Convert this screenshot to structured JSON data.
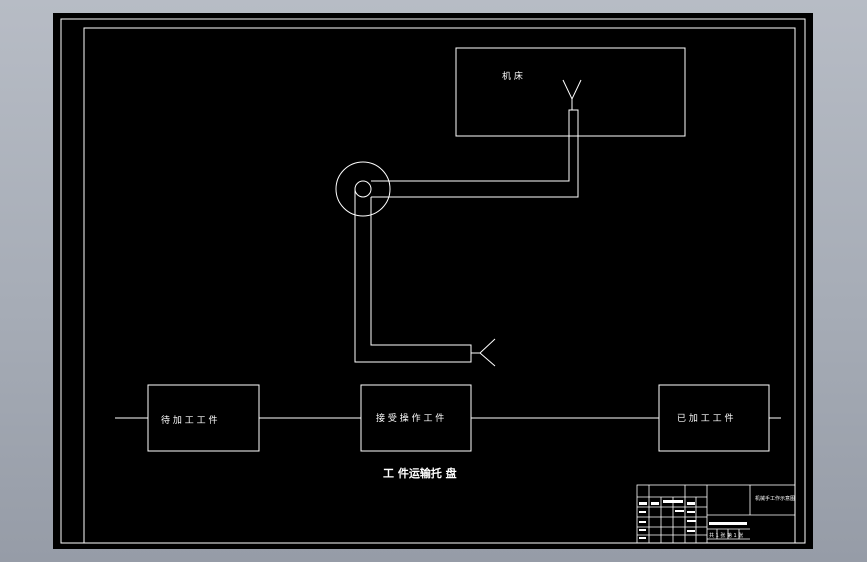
{
  "drawing": {
    "machine_label": "机 床",
    "stations": {
      "pending": "待 加 工 工 件",
      "operating": "接 受 操 作 工 件",
      "finished": "已 加 工 工 件"
    },
    "caption": "工 件运输托 盘"
  },
  "title_block": {
    "title": "机械手工作示意图",
    "footer": "共 1 张 第 1 张"
  },
  "colors": {
    "line": "#ffffff",
    "background": "#000000",
    "frame_bg": "#a9afb9"
  }
}
